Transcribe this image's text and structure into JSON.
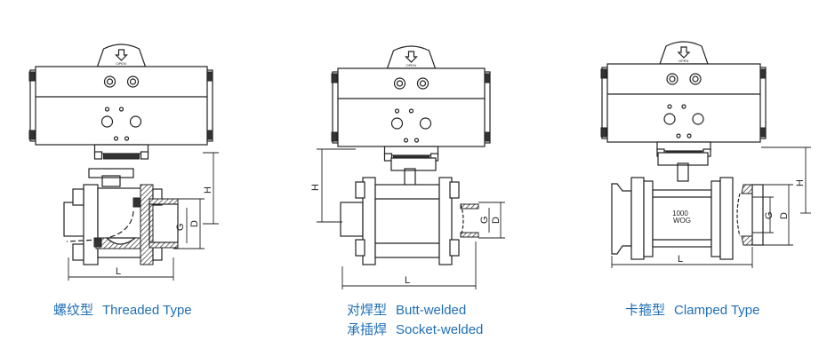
{
  "indicator_text": "OPEN",
  "valves": [
    {
      "caption_cn": "螺纹型",
      "caption_en": "Threaded Type",
      "dims": {
        "H": "H",
        "G": "G",
        "D": "D",
        "L": "L"
      }
    },
    {
      "caption_cn": "对焊型",
      "caption_en": "Butt-welded",
      "caption2_cn": "承插焊",
      "caption2_en": "Socket-welded",
      "dims": {
        "H": "H",
        "G": "G",
        "D": "D",
        "L": "L"
      }
    },
    {
      "caption_cn": "卡箍型",
      "caption_en": "Clamped Type",
      "body_text_1": "1000",
      "body_text_2": "WOG",
      "dims": {
        "H": "H",
        "G": "G",
        "D": "D",
        "L": "L"
      }
    }
  ],
  "colors": {
    "caption": "#1f6fb5",
    "line": "#222222"
  }
}
